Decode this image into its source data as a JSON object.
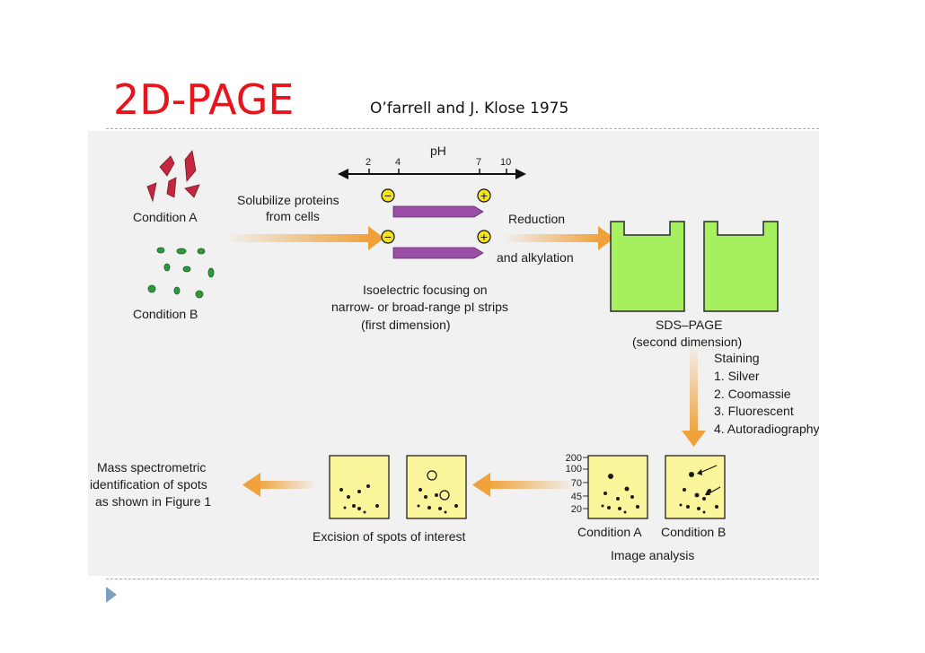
{
  "slide": {
    "title": "2D-PAGE",
    "subtitle": "O’farrell and J. Klose 1975"
  },
  "colors": {
    "title": "#e8141b",
    "diagram_background": "#f1f1f1",
    "gel": "#a6ef5f",
    "ief_strip": "#9a4fa6",
    "arrow": "#f0a13a",
    "gel_image": "#fbf59c",
    "cell_red": "#c2293f",
    "cell_green": "#2f9a3c"
  },
  "diagram": {
    "condition_a": "Condition A",
    "condition_b": "Condition B",
    "solubilize_1": "Solubilize proteins",
    "solubilize_2": "from cells",
    "ph_label": "pH",
    "ph_ticks": [
      "2",
      "4",
      "7",
      "10"
    ],
    "minus_sign": "−",
    "plus_sign": "+",
    "reduction_1": "Reduction",
    "reduction_2": "and alkylation",
    "ief_1": "Isoelectric focusing on",
    "ief_2": "narrow- or broad-range pI strips",
    "ief_3": "(first dimension)",
    "sds_1": "SDS–PAGE",
    "sds_2": "(second dimension)",
    "staining_title": "Staining",
    "staining_items": [
      "1. Silver",
      "2. Coomassie",
      "3. Fluorescent",
      "4. Autoradiography"
    ],
    "mw_ticks": [
      "200",
      "100",
      "70",
      "45",
      "20"
    ],
    "image_cond_a": "Condition A",
    "image_cond_b": "Condition B",
    "image_analysis": "Image analysis",
    "excision": "Excision of spots of interest",
    "ms_1": "Mass spectrometric",
    "ms_2": "identification of spots",
    "ms_3": "as shown in Figure 1"
  }
}
